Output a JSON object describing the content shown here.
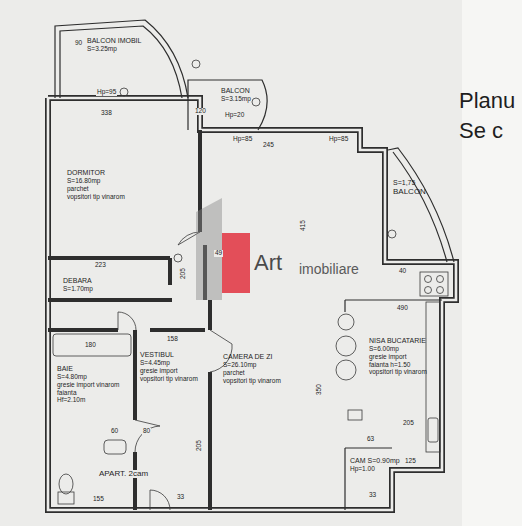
{
  "diagram": {
    "nodes": [
      {
        "text": [
          "BALCON IMOBIL",
          "S=3.25mp"
        ]
      },
      {
        "text": [
          "BALCON",
          "S=3.15mp"
        ]
      },
      {
        "text": [
          "DORMITOR",
          "S=16.80mp",
          "parchet",
          "vopsitori tip vinarom"
        ]
      },
      {
        "text": [
          "S=1,75",
          "BALCON"
        ]
      },
      {
        "text": [
          "DEBARA",
          "S=1.70mp"
        ]
      },
      {
        "text": [
          "BAIE",
          "S=4.80mp",
          "gresie import vinarom",
          "faianta",
          "Hf=2.10m"
        ]
      },
      {
        "text": [
          "VESTIBUL",
          "S=4.45mp",
          "gresie import",
          "vopsitori tip vinarom"
        ]
      },
      {
        "text": [
          "CAMERA DE ZI",
          "S=26.10mp",
          "parchet",
          "vopsitori tip vinarom"
        ]
      },
      {
        "text": [
          "NISA BUCATARIE",
          "S=6.00mp",
          "gresie import",
          "faianta h=1.50",
          "vopsitori tip vinarom"
        ]
      },
      {
        "text": [
          "CAM S=0.90mp",
          "Hp=1.00"
        ]
      }
    ],
    "labels": [
      "Planu",
      "Se c",
      "Art",
      "imobiliare",
      "APART. 2cam",
      "90",
      "Hp=95",
      "338",
      "120",
      "Hp=20",
      "245",
      "415",
      "Hp=85",
      "Hp=85",
      "223",
      "205",
      "49",
      "180",
      "158",
      "205",
      "60",
      "80",
      "155",
      "33",
      "350",
      "490",
      "205",
      "63",
      "125",
      "33",
      "40"
    ]
  }
}
